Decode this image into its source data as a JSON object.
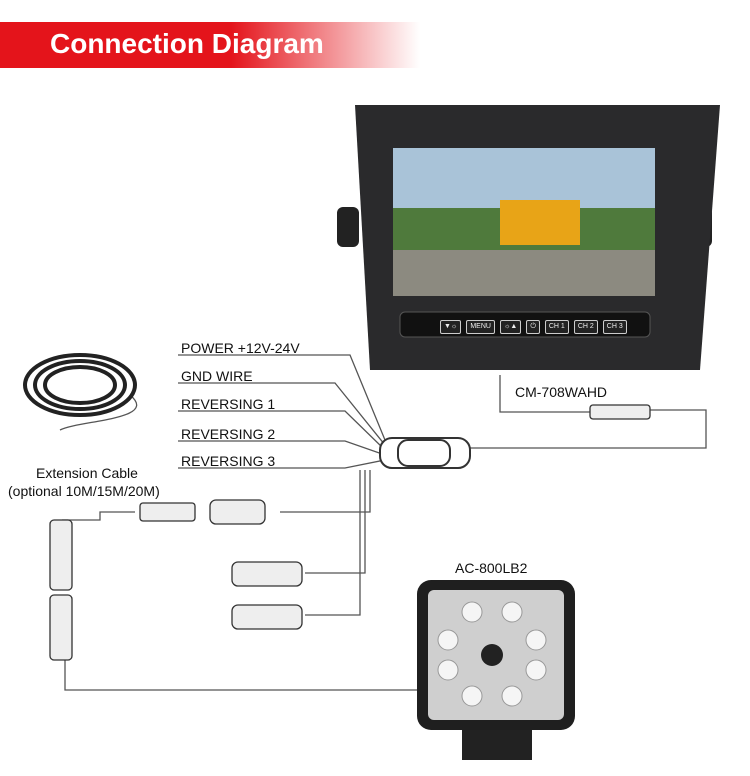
{
  "header": {
    "title": "Connection Diagram"
  },
  "monitor": {
    "model": "CM-708WAHD",
    "buttons": [
      "▼☼",
      "MENU",
      "☼▲",
      "⏻",
      "CH 1",
      "CH 2",
      "CH 3"
    ]
  },
  "wires": [
    "POWER +12V-24V",
    "GND WIRE",
    "REVERSING 1",
    "REVERSING 2",
    "REVERSING 3"
  ],
  "extension": {
    "label": "Extension Cable",
    "note": "(optional 10M/15M/20M)"
  },
  "camera": {
    "model": "AC-800LB2"
  }
}
